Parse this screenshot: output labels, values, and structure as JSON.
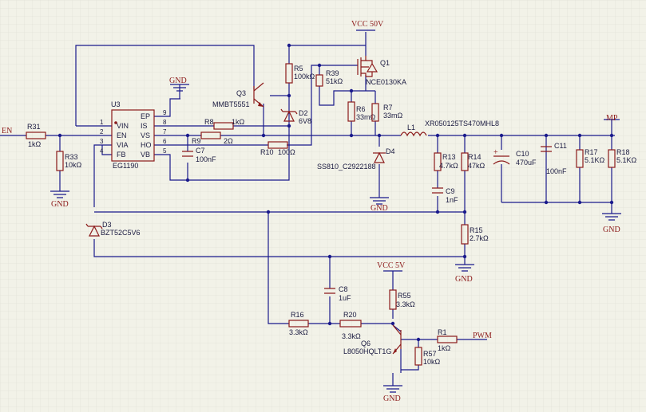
{
  "power": {
    "vcc50": "VCC 50V",
    "vcc5": "VCC 5V",
    "gnd": "GND"
  },
  "nets": {
    "en": "EN",
    "mp": "MP",
    "pwm": "PWM"
  },
  "u3": {
    "ref": "U3",
    "part": "EG1190",
    "pin_names": [
      "VIN",
      "EN",
      "VIA",
      "FB",
      "EP",
      "IS",
      "VS",
      "HO",
      "VB"
    ],
    "pin_numbers": [
      "1",
      "2",
      "3",
      "4",
      "9",
      "8",
      "7",
      "6",
      "5"
    ]
  },
  "components": {
    "r31": {
      "ref": "R31",
      "val": "1kΩ"
    },
    "r33": {
      "ref": "R33",
      "val": "10kΩ"
    },
    "r8": {
      "ref": "R8",
      "val": "1kΩ"
    },
    "r9": {
      "ref": "R9",
      "val": "2Ω"
    },
    "r10": {
      "ref": "R10",
      "val": "100Ω"
    },
    "c7": {
      "ref": "C7",
      "val": "100nF"
    },
    "r5": {
      "ref": "R5",
      "val": "100kΩ"
    },
    "q3": {
      "ref": "Q3",
      "val": "MMBT5551"
    },
    "d2": {
      "ref": "D2",
      "val": "6V8"
    },
    "r39": {
      "ref": "R39",
      "val": "51kΩ"
    },
    "q1": {
      "ref": "Q1",
      "val": "NCE0130KA"
    },
    "r6": {
      "ref": "R6",
      "val": "33mΩ"
    },
    "r7": {
      "ref": "R7",
      "val": "33mΩ"
    },
    "l1": {
      "ref": "L1",
      "val": "XR050125TS470MHL8"
    },
    "d4": {
      "ref": "D4",
      "val": "SS810_C2922188"
    },
    "r13": {
      "ref": "R13",
      "val": "4.7kΩ"
    },
    "r14": {
      "ref": "R14",
      "val": "47kΩ"
    },
    "c9": {
      "ref": "C9",
      "val": "1nF"
    },
    "c10": {
      "ref": "C10",
      "val": "470uF"
    },
    "c11": {
      "ref": "C11",
      "val": "100nF"
    },
    "r17": {
      "ref": "R17",
      "val": "5.1KΩ"
    },
    "r18": {
      "ref": "R18",
      "val": "5.1KΩ"
    },
    "d3": {
      "ref": "D3",
      "val": "BZT52C5V6"
    },
    "r15": {
      "ref": "R15",
      "val": "2.7kΩ"
    },
    "c8": {
      "ref": "C8",
      "val": "1uF"
    },
    "r16": {
      "ref": "R16",
      "val": "3.3kΩ"
    },
    "r20": {
      "ref": "R20",
      "val": "3.3kΩ"
    },
    "r55": {
      "ref": "R55",
      "val": "3.3kΩ"
    },
    "q6": {
      "ref": "Q6",
      "val": "L8050HQLT1G"
    },
    "r1": {
      "ref": "R1",
      "val": "1kΩ"
    },
    "r57": {
      "ref": "R57",
      "val": "10kΩ"
    }
  },
  "colors": {
    "wire": "#1a1a8c",
    "component": "#8c1a1a",
    "background": "#f2f2e8"
  }
}
